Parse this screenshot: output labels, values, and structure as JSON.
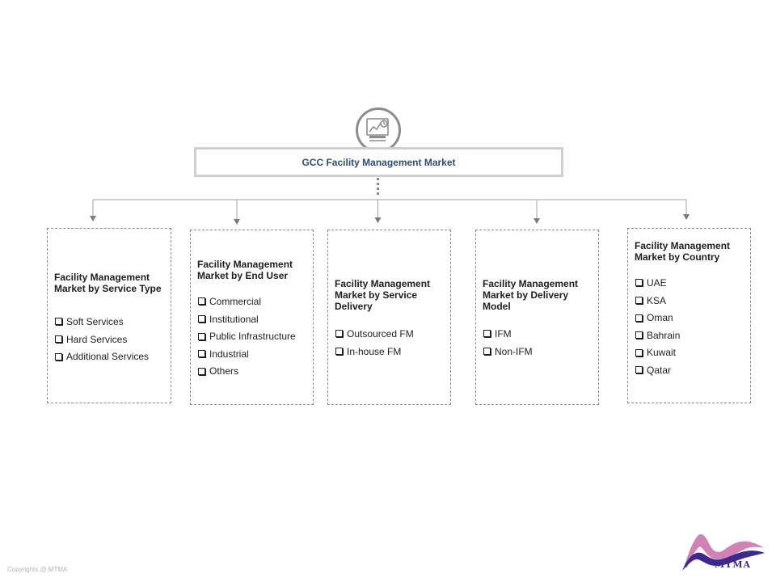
{
  "root": {
    "title": "GCC  Facility Management Market",
    "icon": "analytics-report-icon"
  },
  "segments": [
    {
      "title": "Facility  Management  Market by  Service Type",
      "items": [
        "Soft Services",
        "Hard Services",
        "Additional Services"
      ]
    },
    {
      "title": "Facility  Management  Market by End User",
      "items": [
        "Commercial",
        "Institutional",
        "Public Infrastructure",
        "Industrial",
        "Others"
      ]
    },
    {
      "title": "Facility  Management  Market by  Service Delivery",
      "items": [
        "Outsourced FM",
        "In-house FM"
      ]
    },
    {
      "title": "Facility  Management  Market by  Delivery Model",
      "items": [
        "IFM",
        "Non-IFM"
      ]
    },
    {
      "title": "Facility  Management  Market by  Country",
      "items": [
        "UAE",
        "KSA",
        "Oman",
        "Bahrain",
        "Kuwait",
        "Qatar"
      ]
    }
  ],
  "footer": {
    "copyright": "Copyrights  @ MTMA",
    "logo_text": "MTMA"
  },
  "colors": {
    "connector": "#8a8a8a",
    "root_title": "#2d4e7a",
    "logo_purple": "#3b2a8c",
    "logo_pink": "#c96ca8"
  }
}
